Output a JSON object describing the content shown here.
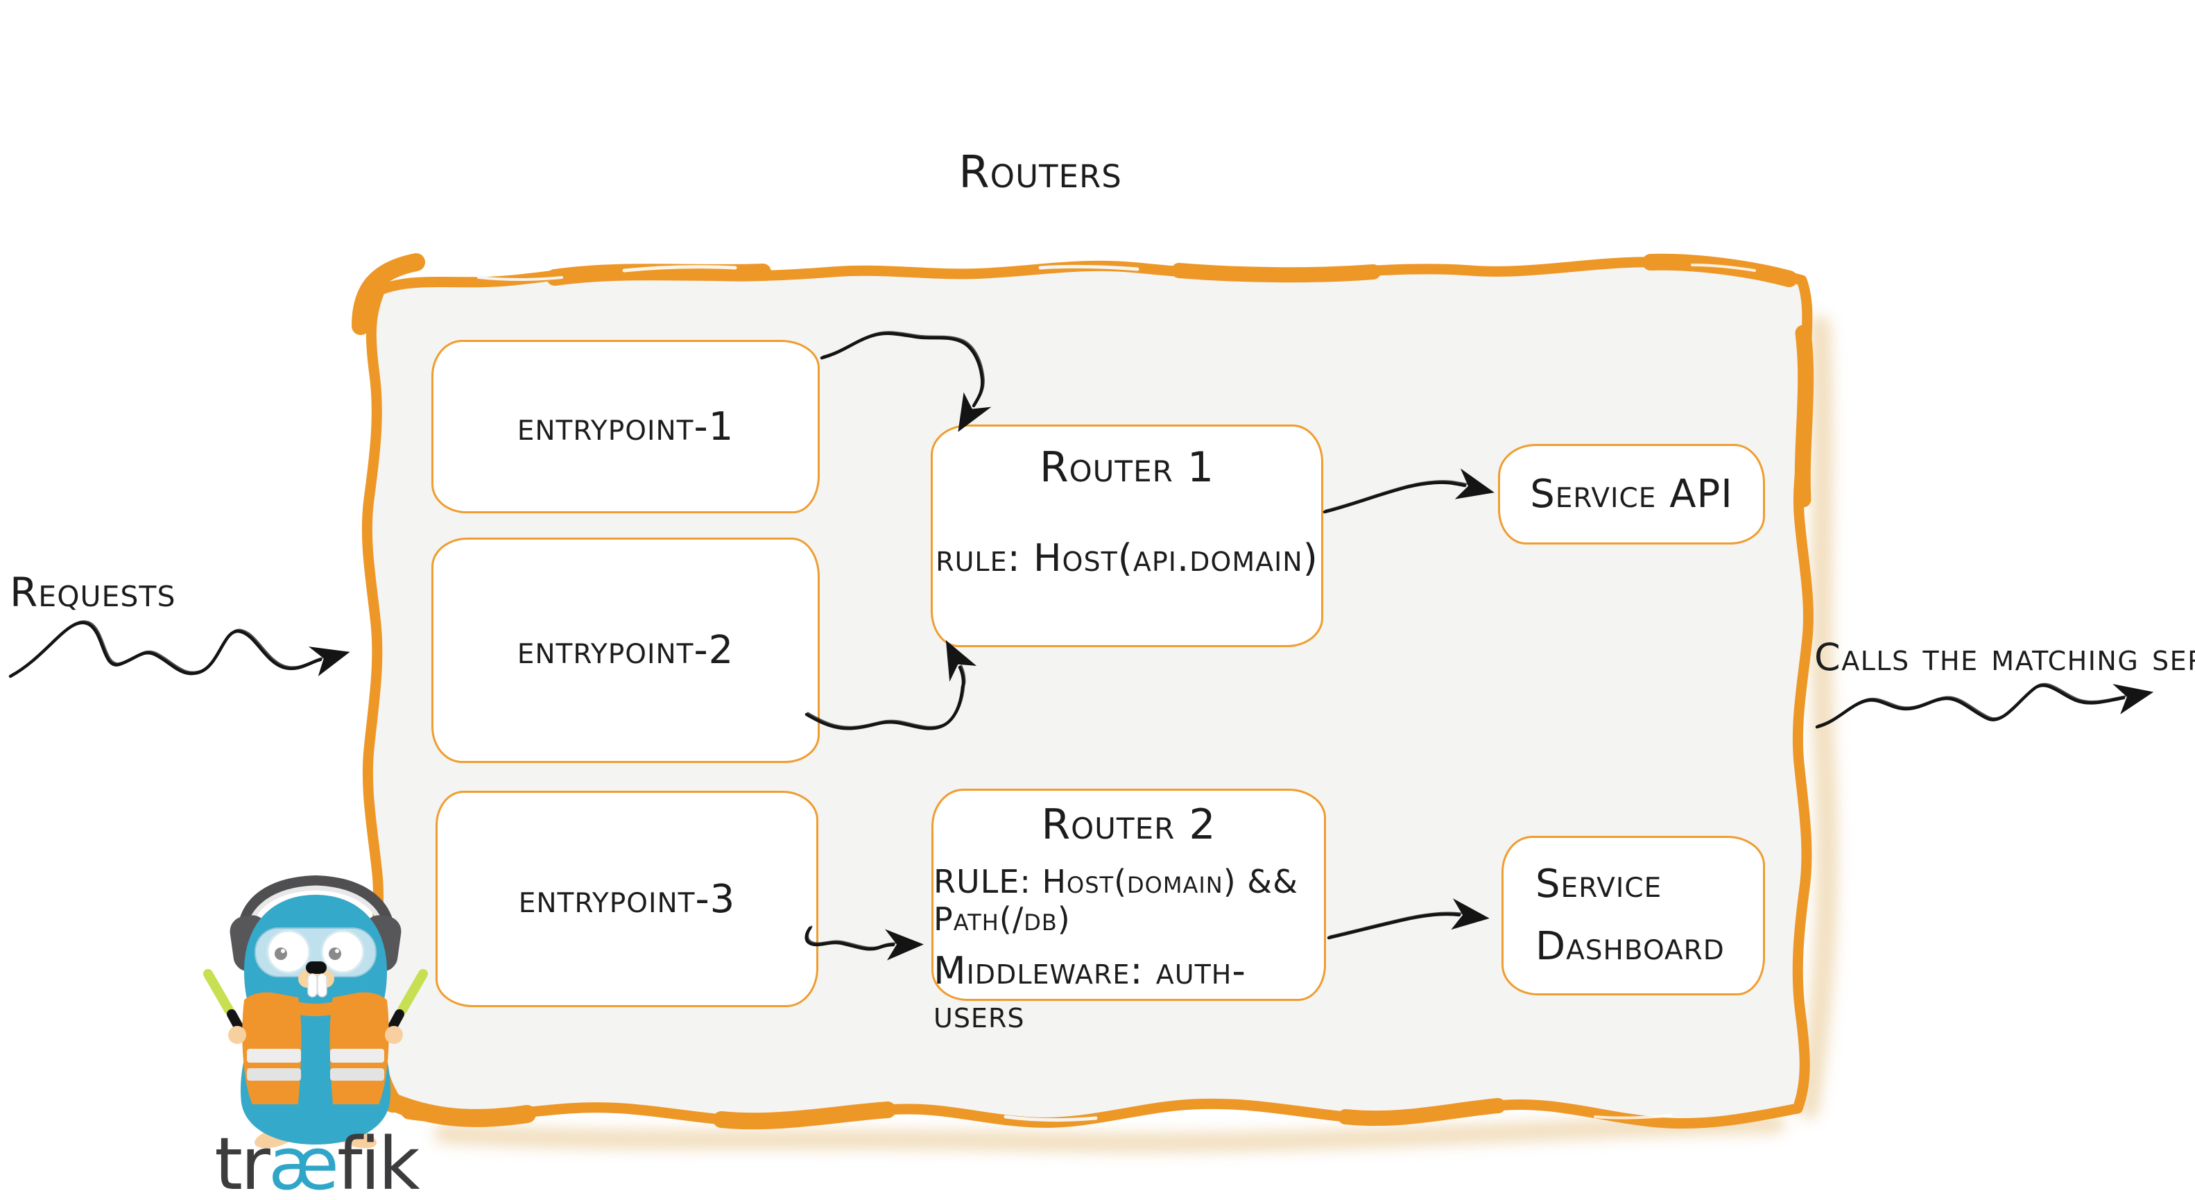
{
  "title": "Routers",
  "labels": {
    "requests": "Requests",
    "calls": "Calls the matching server"
  },
  "entrypoints": [
    {
      "label": "entrypoint-1"
    },
    {
      "label": "entrypoint-2"
    },
    {
      "label": "entrypoint-3"
    }
  ],
  "routers": [
    {
      "title": "Router 1",
      "rule": "rule: Host(api.domain)"
    },
    {
      "title": "Router 2",
      "rule": "RULE: Host(domain) && Path(/db)",
      "middleware": "Middleware: auth-users"
    }
  ],
  "services": [
    {
      "lines": [
        "Service API"
      ]
    },
    {
      "lines": [
        "Service",
        "Dashboard"
      ]
    }
  ],
  "logo": {
    "pre": "tr",
    "ae": "æ",
    "post": "fik"
  },
  "colors": {
    "container_border_orange": "#ED9727",
    "node_border_orange": "#EF9D2F",
    "container_fill": "#F4F4F3",
    "text_black": "#1C1C1C",
    "arrow_black": "#141414",
    "gopher_teal": "#35A9C9",
    "vest_orange": "#F0952C",
    "stick_green": "#C7E051",
    "wordmark_dark": "#3C3C3E",
    "wordmark_teal": "#2FA6C8",
    "edge_shadow": "#E6C287"
  }
}
